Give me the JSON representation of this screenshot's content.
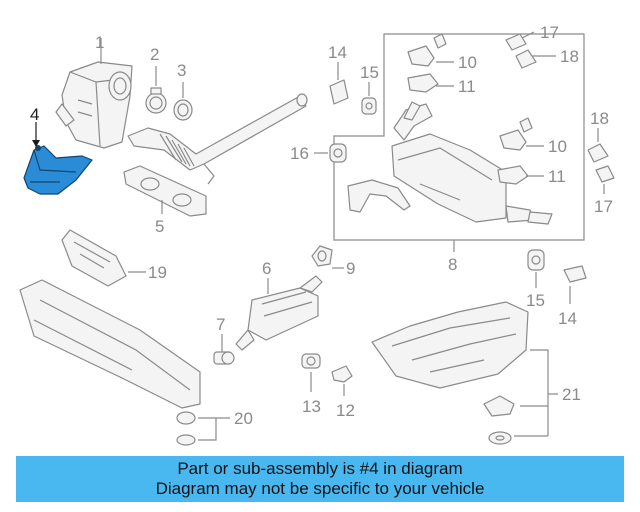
{
  "callouts": {
    "c1": "1",
    "c2": "2",
    "c3": "3",
    "c4": "4",
    "c5": "5",
    "c6": "6",
    "c7": "7",
    "c8": "8",
    "c9": "9",
    "c10a": "10",
    "c10b": "10",
    "c11a": "11",
    "c11b": "11",
    "c12": "12",
    "c13": "13",
    "c14a": "14",
    "c14b": "14",
    "c15a": "15",
    "c15b": "15",
    "c16": "16",
    "c17a": "17",
    "c17b": "17",
    "c18a": "18",
    "c18b": "18",
    "c19": "19",
    "c20": "20",
    "c21": "21"
  },
  "highlight": {
    "part_number": "4",
    "color": "#2a8bd6"
  },
  "banner": {
    "line1": "Part or sub-assembly is #4 in diagram",
    "line2": "Diagram may not be specific to your vehicle",
    "color": "#4ab8f0"
  }
}
